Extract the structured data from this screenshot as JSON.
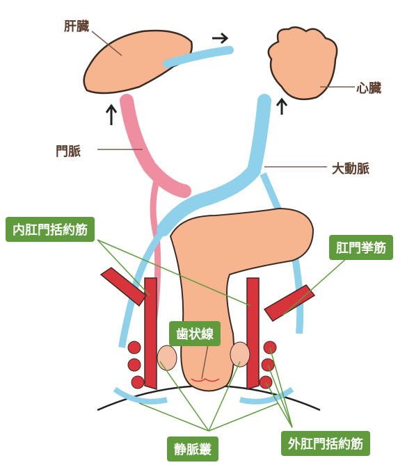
{
  "labels": {
    "liver": "肝臓",
    "heart": "心臓",
    "portal_vein": "門脈",
    "aorta": "大動脈",
    "internal_sphincter": "内肛門括約筋",
    "levator_ani": "肛門挙筋",
    "dentate_line": "歯状線",
    "venous_plexus": "静脈叢",
    "external_sphincter": "外肛門括約筋"
  },
  "colors": {
    "organ": "#f6b58f",
    "organ_outline": "#3a2a22",
    "vein": "#8fd0ea",
    "portal": "#ee8ea0",
    "muscle": "#d8343c",
    "label_box": "#5f9b3c",
    "label_text": "#5a3a2a",
    "leader_line": "#7a5a4a"
  }
}
